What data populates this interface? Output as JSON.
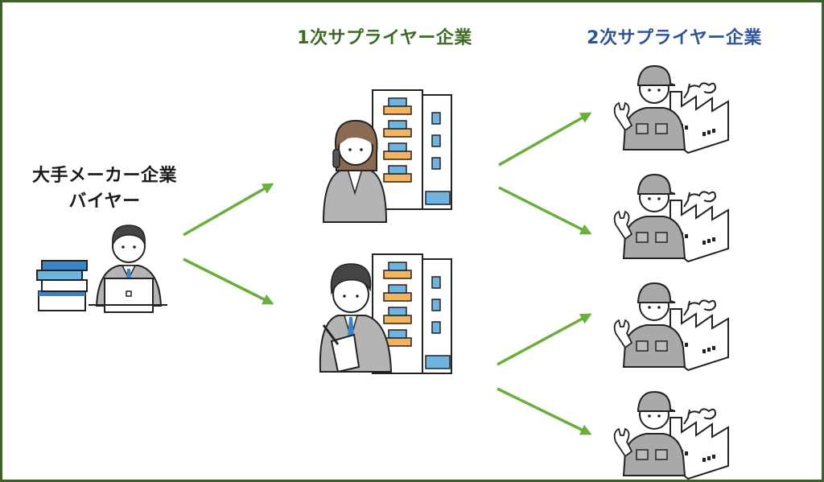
{
  "buyer": {
    "line1": "大手メーカー企業",
    "line2": "バイヤー"
  },
  "tier1": {
    "title": "1次サプライヤー企業",
    "color": "#3d6b24"
  },
  "tier2": {
    "title": "2次サプライヤー企業",
    "color": "#2f5597"
  },
  "colors": {
    "frame": "#3e5f2a",
    "arrow": "#6aae3d",
    "accent_blue": "#3a85c6",
    "accent_orange": "#f4b35e",
    "suit_gray": "#b4b4b4"
  },
  "icons": [
    "buyer-with-laptop-icon",
    "book-stack-icon",
    "office-building-icon",
    "woman-on-phone-icon",
    "man-with-notepad-icon",
    "factory-worker-icon",
    "factory-icon"
  ]
}
